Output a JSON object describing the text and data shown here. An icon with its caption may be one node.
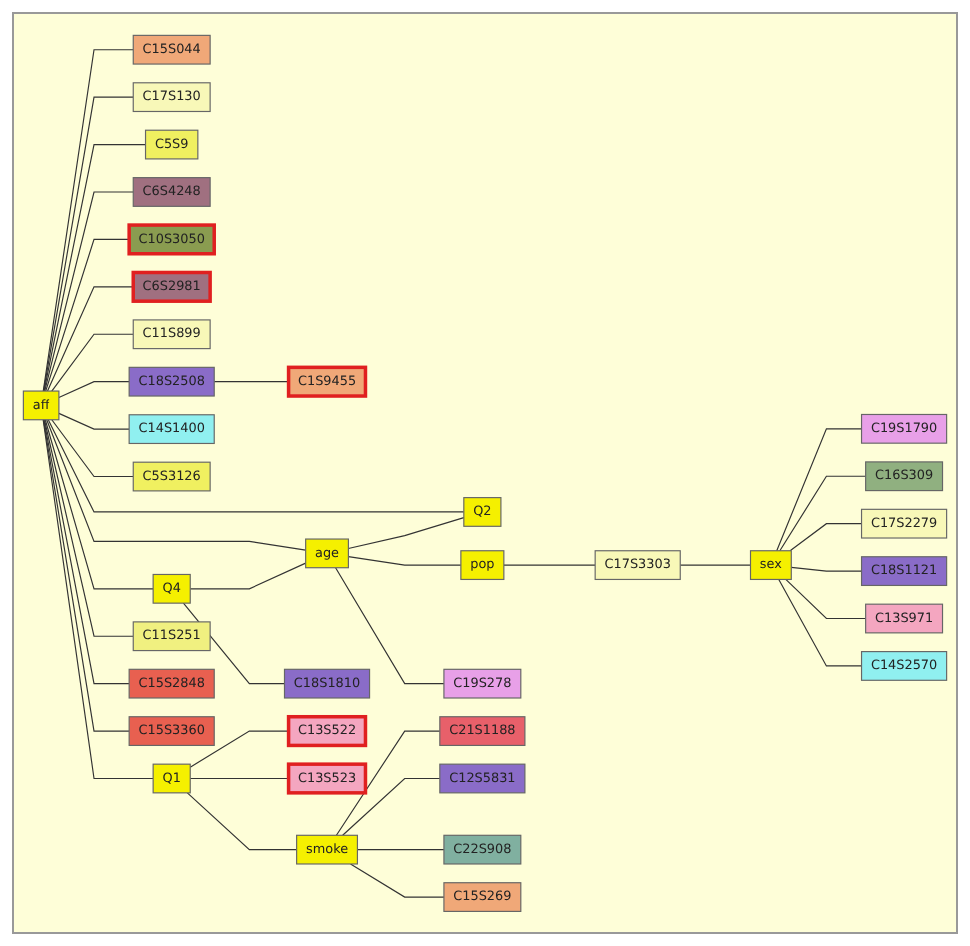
{
  "diagram": {
    "nodes": [
      {
        "text": [
          "C21S1188"
        ]
      },
      {
        "text": [
          "C13S522"
        ]
      },
      {
        "text": [
          "C13S523"
        ]
      },
      {
        "text": [
          "Q1"
        ]
      },
      {
        "text": [
          "smoke"
        ]
      },
      {
        "text": [
          "C12S5831"
        ]
      },
      {
        "text": [
          "C15S044"
        ]
      },
      {
        "text": [
          "C17S130"
        ]
      },
      {
        "text": [
          "C15S3360"
        ]
      },
      {
        "text": [
          "C5S9"
        ]
      },
      {
        "text": [
          "C22S908"
        ]
      },
      {
        "text": [
          "C6S4248"
        ]
      },
      {
        "text": [
          "C10S3050"
        ]
      },
      {
        "text": [
          "C11S251"
        ]
      },
      {
        "text": [
          "C15S2848"
        ]
      },
      {
        "text": [
          "C15S269"
        ]
      },
      {
        "text": [
          "aff"
        ]
      },
      {
        "text": [
          "C6S2981"
        ]
      },
      {
        "text": [
          "C11S899"
        ]
      },
      {
        "text": [
          "Q4"
        ]
      },
      {
        "text": [
          "C19S278"
        ]
      },
      {
        "text": [
          "C18S1810"
        ]
      },
      {
        "text": [
          "C18S2508"
        ]
      },
      {
        "text": [
          "C5S3126"
        ]
      },
      {
        "text": [
          "age"
        ]
      },
      {
        "text": [
          "C1S9455"
        ]
      },
      {
        "text": [
          "Q2"
        ]
      },
      {
        "text": [
          "C14S1400"
        ]
      },
      {
        "text": [
          "pop"
        ]
      },
      {
        "text": [
          "C17S3303"
        ]
      },
      {
        "text": [
          "C19S1790"
        ]
      },
      {
        "text": [
          "C16S309"
        ]
      },
      {
        "text": [
          "C17S2279"
        ]
      },
      {
        "text": [
          "sex"
        ]
      },
      {
        "text": [
          "C18S1121"
        ]
      },
      {
        "text": [
          "C13S971"
        ]
      },
      {
        "text": [
          "C14S2570"
        ]
      }
    ],
    "edges": [
      {
        "from": 16,
        "to": 6,
        "arrow": "none"
      },
      {
        "from": 16,
        "to": 7,
        "arrow": "none"
      },
      {
        "from": 16,
        "to": 9,
        "arrow": "none"
      },
      {
        "from": 16,
        "to": 11,
        "arrow": "none"
      },
      {
        "from": 16,
        "to": 12,
        "arrow": "none"
      },
      {
        "from": 16,
        "to": 17,
        "arrow": "none"
      },
      {
        "from": 16,
        "to": 18,
        "arrow": "none"
      },
      {
        "from": 16,
        "to": 22,
        "arrow": "none"
      },
      {
        "from": 16,
        "to": 27,
        "arrow": "none"
      },
      {
        "from": 16,
        "to": 23,
        "arrow": "none"
      },
      {
        "from": 16,
        "to": 26,
        "arrow": "none"
      },
      {
        "from": 16,
        "to": 24,
        "arrow": "none"
      },
      {
        "from": 16,
        "to": 19,
        "arrow": "none"
      },
      {
        "from": 16,
        "to": 13,
        "arrow": "none"
      },
      {
        "from": 16,
        "to": 14,
        "arrow": "none"
      },
      {
        "from": 16,
        "to": 8,
        "arrow": "none"
      },
      {
        "from": 16,
        "to": 3,
        "arrow": "none"
      },
      {
        "from": 22,
        "to": 25,
        "arrow": "none"
      },
      {
        "from": 3,
        "to": 1,
        "arrow": "none"
      },
      {
        "from": 3,
        "to": 2,
        "arrow": "none"
      },
      {
        "from": 3,
        "to": 4,
        "arrow": "none"
      },
      {
        "from": 4,
        "to": 0,
        "arrow": "none"
      },
      {
        "from": 4,
        "to": 5,
        "arrow": "none"
      },
      {
        "from": 4,
        "to": 10,
        "arrow": "none"
      },
      {
        "from": 4,
        "to": 15,
        "arrow": "none"
      },
      {
        "from": 19,
        "to": 24,
        "arrow": "none"
      },
      {
        "from": 19,
        "to": 21,
        "arrow": "none"
      },
      {
        "from": 24,
        "to": 26,
        "arrow": "none"
      },
      {
        "from": 24,
        "to": 28,
        "arrow": "none"
      },
      {
        "from": 24,
        "to": 20,
        "arrow": "none"
      },
      {
        "from": 28,
        "to": 29,
        "arrow": "none"
      },
      {
        "from": 29,
        "to": 33,
        "arrow": "none"
      },
      {
        "from": 33,
        "to": 30,
        "arrow": "none"
      },
      {
        "from": 33,
        "to": 31,
        "arrow": "none"
      },
      {
        "from": 33,
        "to": 32,
        "arrow": "none"
      },
      {
        "from": 33,
        "to": 34,
        "arrow": "none"
      },
      {
        "from": 33,
        "to": 35,
        "arrow": "none"
      },
      {
        "from": 33,
        "to": 36,
        "arrow": "none"
      }
    ]
  }
}
